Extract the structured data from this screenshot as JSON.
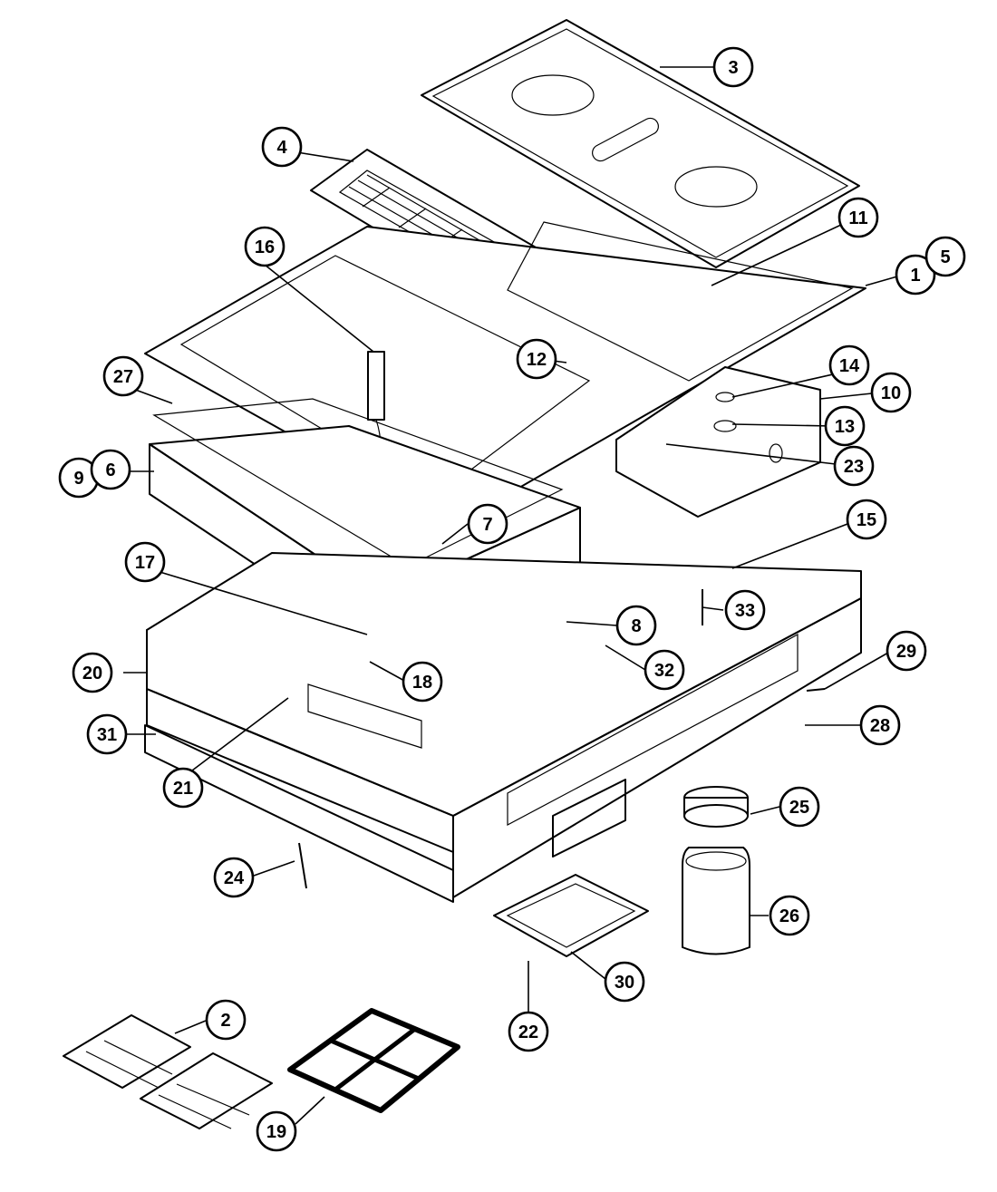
{
  "colors": {
    "ink": "#000000",
    "paper": "#ffffff"
  },
  "callouts": [
    {
      "id": "c1",
      "label": "1"
    },
    {
      "id": "c2",
      "label": "2"
    },
    {
      "id": "c3",
      "label": "3"
    },
    {
      "id": "c4",
      "label": "4"
    },
    {
      "id": "c5",
      "label": "5"
    },
    {
      "id": "c6",
      "label": "6"
    },
    {
      "id": "c7",
      "label": "7"
    },
    {
      "id": "c8",
      "label": "8"
    },
    {
      "id": "c9",
      "label": "9"
    },
    {
      "id": "c10",
      "label": "10"
    },
    {
      "id": "c11",
      "label": "11"
    },
    {
      "id": "c12",
      "label": "12"
    },
    {
      "id": "c13",
      "label": "13"
    },
    {
      "id": "c14",
      "label": "14"
    },
    {
      "id": "c15",
      "label": "15"
    },
    {
      "id": "c16",
      "label": "16"
    },
    {
      "id": "c17",
      "label": "17"
    },
    {
      "id": "c18",
      "label": "18"
    },
    {
      "id": "c19",
      "label": "19"
    },
    {
      "id": "c20",
      "label": "20"
    },
    {
      "id": "c21",
      "label": "21"
    },
    {
      "id": "c22",
      "label": "22"
    },
    {
      "id": "c23",
      "label": "23"
    },
    {
      "id": "c24",
      "label": "24"
    },
    {
      "id": "c25",
      "label": "25"
    },
    {
      "id": "c26",
      "label": "26"
    },
    {
      "id": "c27",
      "label": "27"
    },
    {
      "id": "c28",
      "label": "28"
    },
    {
      "id": "c29",
      "label": "29"
    },
    {
      "id": "c30",
      "label": "30"
    },
    {
      "id": "c31",
      "label": "31"
    },
    {
      "id": "c32",
      "label": "32"
    },
    {
      "id": "c33",
      "label": "33"
    }
  ]
}
